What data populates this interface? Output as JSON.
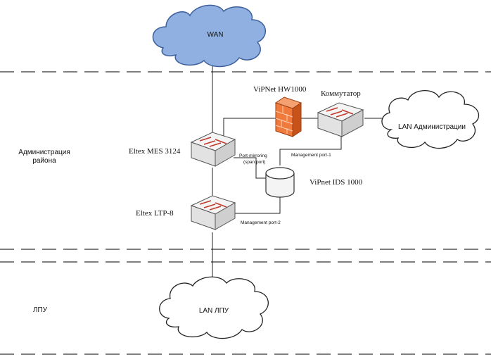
{
  "zones": {
    "admin_label_line1": "Администрация",
    "admin_label_line2": "района",
    "lpu_label": "ЛПУ"
  },
  "clouds": {
    "wan": "WAN",
    "lan_admin": "LAN Администрации",
    "lan_lpu": "LAN ЛПУ"
  },
  "devices": {
    "firewall": "ViPNet HW1000",
    "switch_admin": "Коммутатор",
    "core_switch": "Eltex MES 3124",
    "ids": "ViPnet IDS 1000",
    "olt": "Eltex LTP-8"
  },
  "links": {
    "port_mirroring_line1": "Port-mirroring",
    "port_mirroring_line2": "(span port)",
    "mgmt_port_1": "Management port-1",
    "mgmt_port_2": "Management port-2"
  },
  "colors": {
    "wan_cloud_fill": "#8fb0e0",
    "wan_cloud_stroke": "#3d5f9a",
    "switch_fill": "#f0f0f0",
    "switch_arrow": "#c0392b",
    "firewall_fill": "#f07a3c"
  }
}
